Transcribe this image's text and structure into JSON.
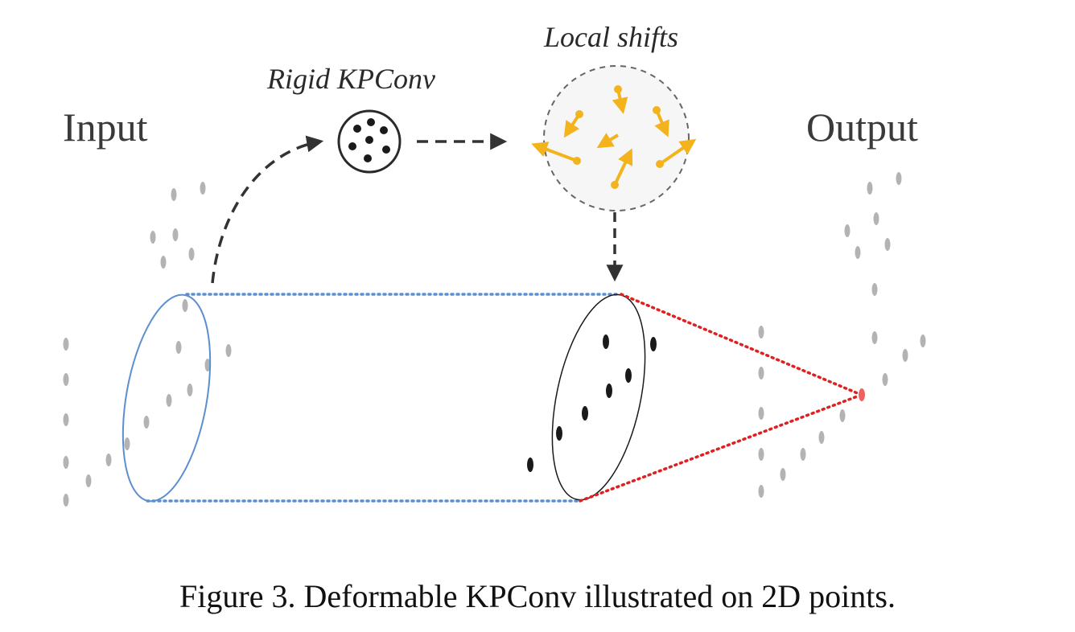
{
  "labels": {
    "input": "Input",
    "output": "Output",
    "rigid": "Rigid KPConv",
    "shifts": "Local shifts"
  },
  "caption": "Figure 3. Deformable KPConv illustrated on 2D points.",
  "colors": {
    "input_ring": "#5b8fd0",
    "input_points": "#b3b3b3",
    "kernel_points": "#1a1a1a",
    "shift_arrows": "#f2b31d",
    "output_edges": "#e02020",
    "dashed_arrows": "#333333"
  }
}
